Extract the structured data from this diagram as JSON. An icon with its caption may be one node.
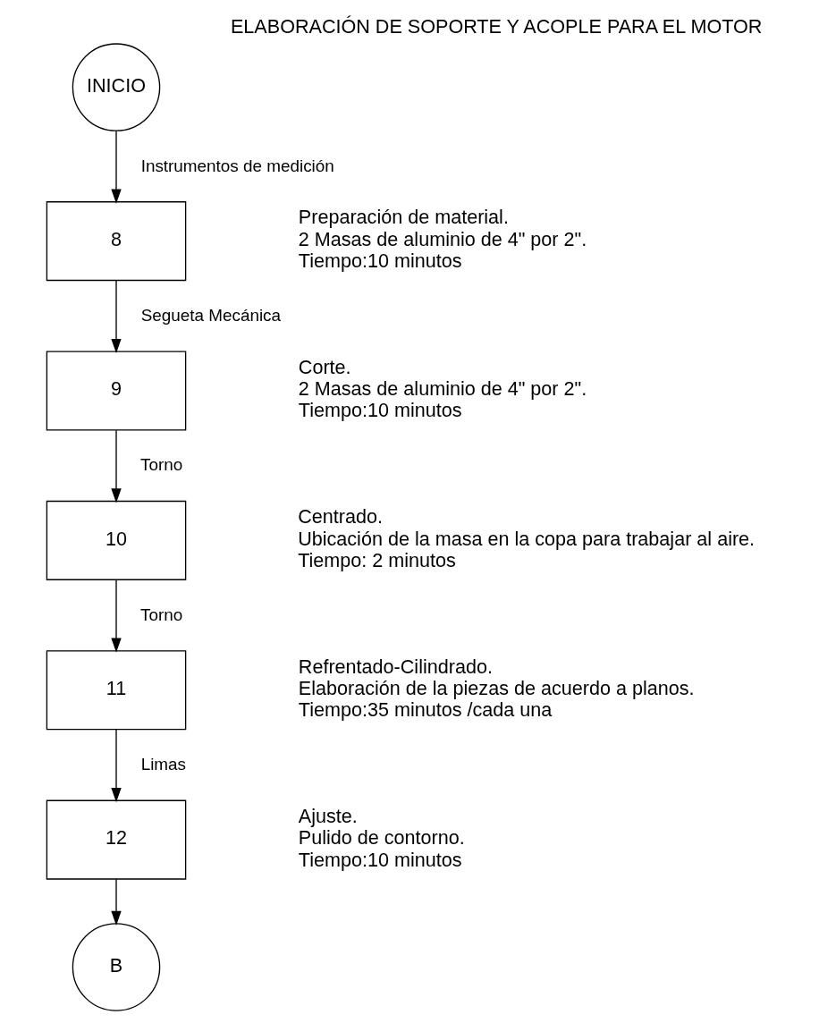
{
  "diagram": {
    "title": "ELABORACIÓN DE SOPORTE Y ACOPLE PARA EL MOTOR",
    "nodes": [
      {
        "text": [
          "INICIO"
        ]
      },
      {
        "text": [
          "8"
        ],
        "beside": [
          "Preparación de material.",
          "2 Masas de aluminio de 4\" por 2\".",
          "Tiempo:10 minutos"
        ]
      },
      {
        "text": [
          "9"
        ],
        "beside": [
          "Corte.",
          "2 Masas de aluminio de 4\" por 2\".",
          "Tiempo:10 minutos"
        ]
      },
      {
        "text": [
          "10"
        ],
        "beside": [
          "Centrado.",
          "Ubicación de la masa en la copa para trabajar al aire.",
          "Tiempo: 2 minutos"
        ]
      },
      {
        "text": [
          "11"
        ],
        "beside": [
          "Refrentado-Cilindrado.",
          "Elaboración de la piezas de acuerdo a planos.",
          "Tiempo:35 minutos /cada una"
        ]
      },
      {
        "text": [
          "12"
        ],
        "beside": [
          "Ajuste.",
          "Pulido de contorno.",
          "Tiempo:10 minutos"
        ]
      },
      {
        "text": [
          "B"
        ]
      }
    ],
    "edges": [
      {
        "from": 0,
        "to": 1,
        "arrow": "to",
        "label": "Instrumentos de medición"
      },
      {
        "from": 1,
        "to": 2,
        "arrow": "to",
        "label": "Segueta Mecánica"
      },
      {
        "from": 2,
        "to": 3,
        "arrow": "to",
        "label": "Torno"
      },
      {
        "from": 3,
        "to": 4,
        "arrow": "to",
        "label": "Torno"
      },
      {
        "from": 4,
        "to": 5,
        "arrow": "to",
        "label": "Limas"
      },
      {
        "from": 5,
        "to": 6,
        "arrow": "to"
      }
    ]
  }
}
